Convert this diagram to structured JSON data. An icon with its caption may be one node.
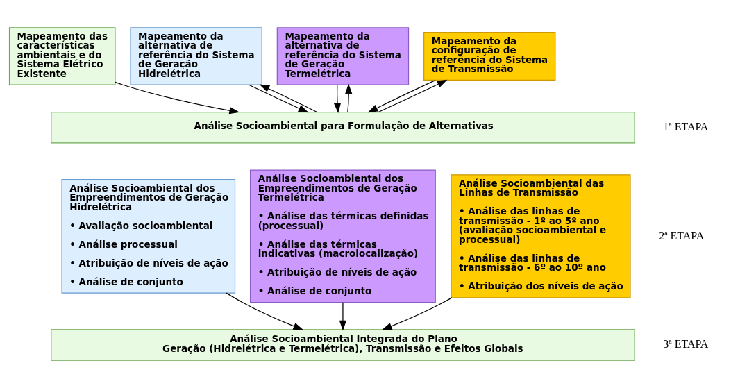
{
  "diagram": {
    "nodes": [
      {
        "text": [
          "Mapeamento das características ambientais e do Sistema Elétrico Existente"
        ]
      },
      {
        "text": [
          "Mapeamento da alternativa de referência do Sistema de Geração Hidrelétrica"
        ]
      },
      {
        "text": [
          "Mapeamento da alternativa de referência do Sistema de Geração Termelétrica"
        ]
      },
      {
        "text": [
          "Mapeamento da configuração de referência do Sistema de Transmissão"
        ]
      },
      {
        "text": [
          "Análise Socioambiental para Formulação de Alternativas"
        ]
      },
      {
        "text": [
          "Análise Socioambiental dos Empreendimentos de Geração Hidrelétrica",
          "• Avaliação socioambiental",
          "• Análise processual",
          "• Atribuição de níveis de ação",
          "• Análise de conjunto"
        ]
      },
      {
        "text": [
          "Análise Socioambiental dos Empreendimentos de Geração Termelétrica",
          "• Análise das térmicas definidas (processual)",
          "• Análise das térmicas indicativas (macrolocalização)",
          "• Atribuição de níveis de ação",
          "• Análise de conjunto"
        ]
      },
      {
        "text": [
          "Análise Socioambiental das Linhas de Transmissão",
          "• Análise das linhas de transmissão - 1º ao 5º ano (avaliação socioambiental e processual)",
          "• Análise das linhas de transmissão - 6º ao 10º ano",
          "• Atribuição dos níveis de ação"
        ]
      },
      {
        "text": [
          "Análise Socioambiental Integrada do Plano",
          "Geração (Hidrelétrica e Termelétrica), Transmissão e Efeitos Globais"
        ]
      }
    ],
    "edges": [
      {
        "from": 0,
        "to": 4,
        "arrow": "to"
      },
      {
        "from": 1,
        "to": 4,
        "arrow": "to"
      },
      {
        "from": 4,
        "to": 1,
        "arrow": "to"
      },
      {
        "from": 2,
        "to": 4,
        "arrow": "to"
      },
      {
        "from": 4,
        "to": 2,
        "arrow": "to"
      },
      {
        "from": 3,
        "to": 4,
        "arrow": "to"
      },
      {
        "from": 4,
        "to": 3,
        "arrow": "to"
      },
      {
        "from": 5,
        "to": 8,
        "arrow": "to"
      },
      {
        "from": 6,
        "to": 8,
        "arrow": "to"
      },
      {
        "from": 7,
        "to": 8,
        "arrow": "to"
      }
    ],
    "labels": [
      "1ª ETAPA",
      "2ª ETAPA",
      "3ª ETAPA"
    ]
  }
}
